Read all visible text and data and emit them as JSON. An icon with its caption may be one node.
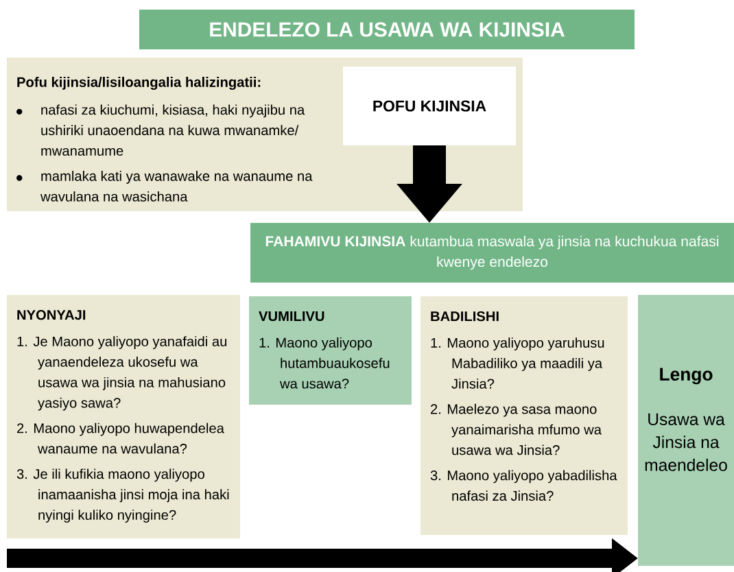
{
  "diagram": {
    "title": "ENDELEZO LA USAWA WA KIJINSIA",
    "nodes": [
      {
        "text": [
          "Pofu kijinsia/lisiloangalia halizingatii:",
          "nafasi za kiuchumi, kisiasa, haki nyajibu na ushiriki unaoendana na kuwa mwanamke/ mwanamume",
          "mamlaka kati ya wanawake na wanaume na wavulana na wasichana"
        ]
      },
      {
        "text": [
          "POFU KIJINSIA"
        ],
        "in": 0
      },
      {
        "text": [
          "**FAHAMIVU KIJINSIA** kutambua maswala ya jinsia na kuchukua nafasi kwenye endelezo"
        ]
      },
      {
        "text": [
          "NYONYAJI",
          "1. Je Maono yaliyopo yanafaidi au yanaendeleza ukosefu wa usawa wa jinsia na mahusiano yasiyo sawa?",
          "2. Maono yaliyopo huwapendelea wanaume na wavulana?",
          "3. Je ili kufikia maono yaliyopo inamaanisha jinsi moja ina haki nyingi kuliko nyingine?"
        ]
      },
      {
        "text": [
          "VUMILIVU",
          "1. Maono yaliyopo hutambuaukosefu wa usawa?"
        ]
      },
      {
        "text": [
          "BADILISHI",
          "1. Maono yaliyopo yaruhusu Mabadiliko ya maadili ya Jinsia?",
          "2. Maelezo ya sasa maono yanaimarisha mfumo wa usawa wa Jinsia?",
          "3. Maono yaliyopo yabadilisha nafasi za Jinsia?"
        ]
      },
      {
        "text": [
          "Lengo",
          "Usawa wa Jinsia na maendeleo"
        ]
      }
    ],
    "edges": [
      {
        "from": 1,
        "to": 2,
        "arrow": "to"
      },
      {
        "from": null,
        "to": 6,
        "arrow": "to"
      }
    ]
  }
}
